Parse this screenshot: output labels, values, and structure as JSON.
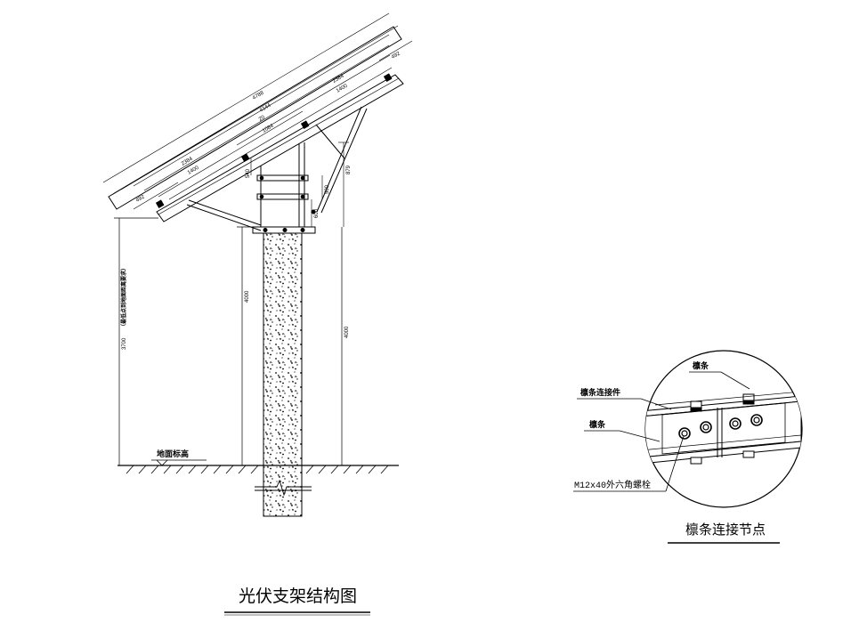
{
  "main": {
    "title": "光伏支架结构图",
    "dims": {
      "total_length": "4788",
      "inner_length": "4144",
      "gap": "20",
      "edge_right": "492",
      "edge_left": "492",
      "upper_span": "2384",
      "upper_sub": "1400",
      "lower_span": "2384",
      "lower_sub": "1400",
      "center": "1084",
      "brace_v": "879",
      "small_v1": "540",
      "small_v2": "500",
      "small_v3": "600",
      "column_height_left": "4000",
      "column_height_right": "4000",
      "clearance": "3700",
      "clearance_note": "（最低点到地面距离要求）"
    },
    "ground_label": "地面标高"
  },
  "detail": {
    "title": "檩条连接节点",
    "labels": {
      "purlin_top": "檩条",
      "connector": "檩条连接件",
      "purlin": "檩条",
      "bolt": "M12x40外六角螺栓"
    }
  }
}
